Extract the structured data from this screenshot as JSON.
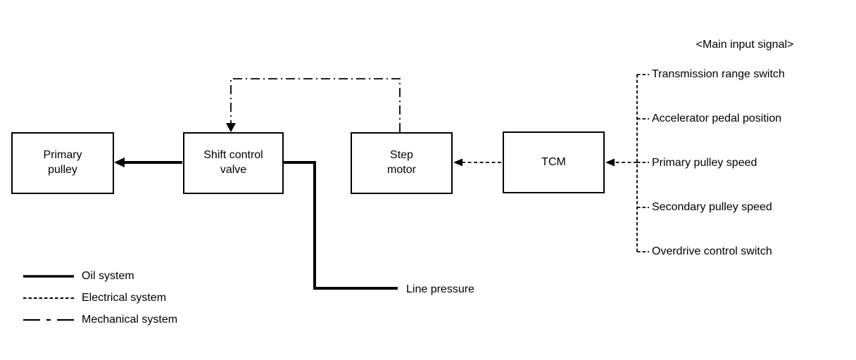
{
  "colors": {
    "line": "#000000",
    "text": "#000000",
    "background": "#ffffff"
  },
  "boxes": {
    "primary_pulley": {
      "label": "Primary pulley"
    },
    "shift_control_valve": {
      "label": "Shift control valve"
    },
    "step_motor": {
      "label": "Step motor"
    },
    "tcm": {
      "label": "TCM"
    }
  },
  "flow_labels": {
    "line_pressure": "Line pressure"
  },
  "main_input_signals": {
    "title": "<Main input signal>",
    "items": [
      "Transmission range switch",
      "Accelerator pedal position",
      "Primary pulley speed",
      "Secondary pulley speed",
      "Overdrive control switch"
    ]
  },
  "legend": {
    "items": [
      {
        "style": "solid",
        "label": "Oil system"
      },
      {
        "style": "dashed",
        "label": "Electrical system"
      },
      {
        "style": "dashdot",
        "label": "Mechanical system"
      }
    ]
  }
}
